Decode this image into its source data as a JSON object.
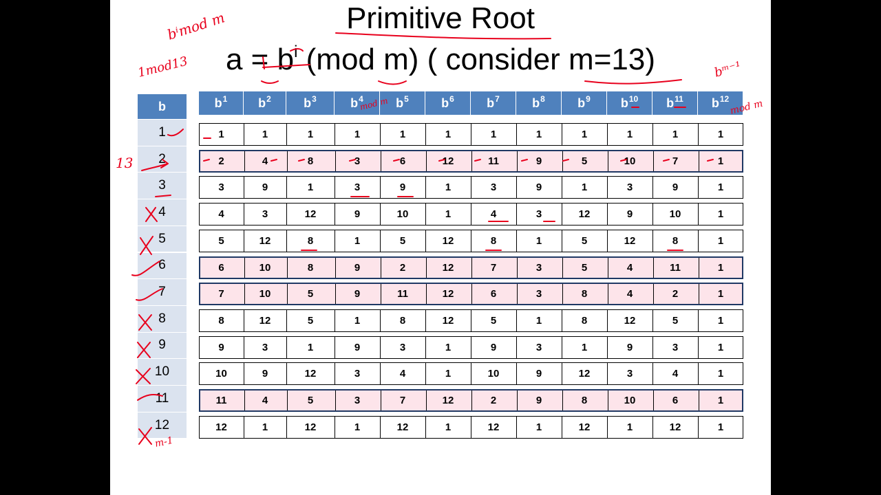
{
  "title": "Primitive Root",
  "formula": {
    "prefix": "a = b",
    "exp": "i",
    "suffix": " (mod m) ( consider m=13)"
  },
  "table": {
    "b_header": "b",
    "col_headers": [
      {
        "base": "b",
        "exp": "1"
      },
      {
        "base": "b",
        "exp": "2"
      },
      {
        "base": "b",
        "exp": "3"
      },
      {
        "base": "b",
        "exp": "4"
      },
      {
        "base": "b",
        "exp": "5"
      },
      {
        "base": "b",
        "exp": "6"
      },
      {
        "base": "b",
        "exp": "7"
      },
      {
        "base": "b",
        "exp": "8"
      },
      {
        "base": "b",
        "exp": "9"
      },
      {
        "base": "b",
        "exp": "10"
      },
      {
        "base": "b",
        "exp": "11"
      },
      {
        "base": "b",
        "exp": "12"
      }
    ],
    "rows": [
      {
        "b": "1",
        "values": [
          "1",
          "1",
          "1",
          "1",
          "1",
          "1",
          "1",
          "1",
          "1",
          "1",
          "1",
          "1"
        ],
        "highlight": false
      },
      {
        "b": "2",
        "values": [
          "2",
          "4",
          "8",
          "3",
          "6",
          "12",
          "11",
          "9",
          "5",
          "10",
          "7",
          "1"
        ],
        "highlight": true
      },
      {
        "b": "3",
        "values": [
          "3",
          "9",
          "1",
          "3",
          "9",
          "1",
          "3",
          "9",
          "1",
          "3",
          "9",
          "1"
        ],
        "highlight": false
      },
      {
        "b": "4",
        "values": [
          "4",
          "3",
          "12",
          "9",
          "10",
          "1",
          "4",
          "3",
          "12",
          "9",
          "10",
          "1"
        ],
        "highlight": false
      },
      {
        "b": "5",
        "values": [
          "5",
          "12",
          "8",
          "1",
          "5",
          "12",
          "8",
          "1",
          "5",
          "12",
          "8",
          "1"
        ],
        "highlight": false
      },
      {
        "b": "6",
        "values": [
          "6",
          "10",
          "8",
          "9",
          "2",
          "12",
          "7",
          "3",
          "5",
          "4",
          "11",
          "1"
        ],
        "highlight": true
      },
      {
        "b": "7",
        "values": [
          "7",
          "10",
          "5",
          "9",
          "11",
          "12",
          "6",
          "3",
          "8",
          "4",
          "2",
          "1"
        ],
        "highlight": true
      },
      {
        "b": "8",
        "values": [
          "8",
          "12",
          "5",
          "1",
          "8",
          "12",
          "5",
          "1",
          "8",
          "12",
          "5",
          "1"
        ],
        "highlight": false
      },
      {
        "b": "9",
        "values": [
          "9",
          "3",
          "1",
          "9",
          "3",
          "1",
          "9",
          "3",
          "1",
          "9",
          "3",
          "1"
        ],
        "highlight": false
      },
      {
        "b": "10",
        "values": [
          "10",
          "9",
          "12",
          "3",
          "4",
          "1",
          "10",
          "9",
          "12",
          "3",
          "4",
          "1"
        ],
        "highlight": false
      },
      {
        "b": "11",
        "values": [
          "11",
          "4",
          "5",
          "3",
          "7",
          "12",
          "2",
          "9",
          "8",
          "10",
          "6",
          "1"
        ],
        "highlight": true
      },
      {
        "b": "12",
        "values": [
          "12",
          "1",
          "12",
          "1",
          "12",
          "1",
          "12",
          "1",
          "12",
          "1",
          "12",
          "1"
        ],
        "highlight": false
      }
    ]
  },
  "annotations": {
    "ink_color": "#e8001c",
    "top_left_note": "bⁱmod m",
    "left_note": "1mod13",
    "right_note": "bᵐ⁻¹",
    "right_mod_note": "mod m",
    "header_mod_note": "mod m",
    "row2_left_note": "13",
    "bottom_note": "m-1"
  }
}
